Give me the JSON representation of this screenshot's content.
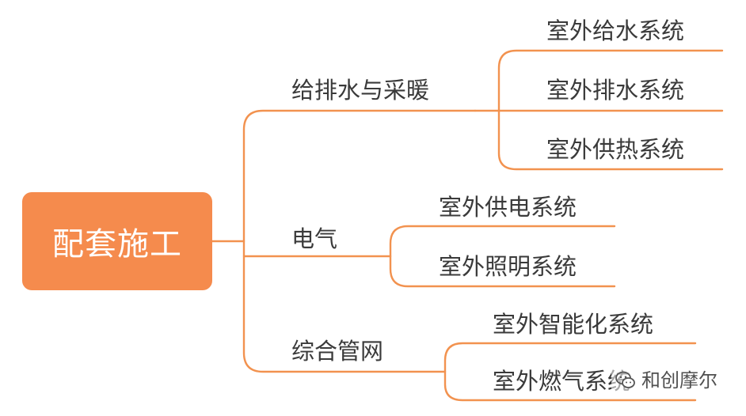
{
  "root": {
    "label": "配套施工"
  },
  "branches": [
    {
      "label": "给排水与采暖",
      "children": [
        "室外给水系统",
        "室外排水系统",
        "室外供热系统"
      ]
    },
    {
      "label": "电气",
      "children": [
        "室外供电系统",
        "室外照明系统"
      ]
    },
    {
      "label": "综合管网",
      "children": [
        "室外智能化系统",
        "室外燃气系统"
      ]
    }
  ],
  "watermark": {
    "text": "和创摩尔",
    "icon": "wechat-icon"
  },
  "colors": {
    "accent": "#f58b4d",
    "line": "#f2924f",
    "text": "#3a3a3a"
  }
}
